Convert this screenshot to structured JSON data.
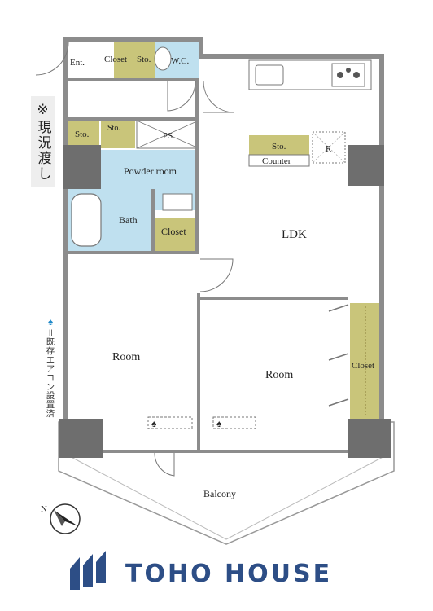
{
  "labels": {
    "ent": "Ent.",
    "closet_top": "Closet",
    "sto_top": "Sto.",
    "wc": "W.C.",
    "sto_left": "Sto.",
    "sto_small": "Sto.",
    "ps": "PS",
    "powder_room": "Powder room",
    "bath": "Bath",
    "closet_mid": "Closet",
    "ldk": "LDK",
    "sto_kitchen": "Sto.",
    "counter": "Counter",
    "fridge": "R",
    "room_left": "Room",
    "room_right": "Room",
    "closet_right": "Closet",
    "balcony": "Balcony",
    "north": "N"
  },
  "side_note": "※現況渡し",
  "ac_note": {
    "symbol": "♠",
    "text": "＝既存エアコン設置済"
  },
  "brand": {
    "name": "TOHO HOUSE"
  },
  "colors": {
    "wall": "#8c8c8c",
    "wall_dark": "#6e6e6e",
    "storage": "#c9c57a",
    "wet_area": "#bfe0ef",
    "balcony_line": "#999999",
    "ac_marker": "#1e88c8",
    "brand": "#2d4e86"
  }
}
